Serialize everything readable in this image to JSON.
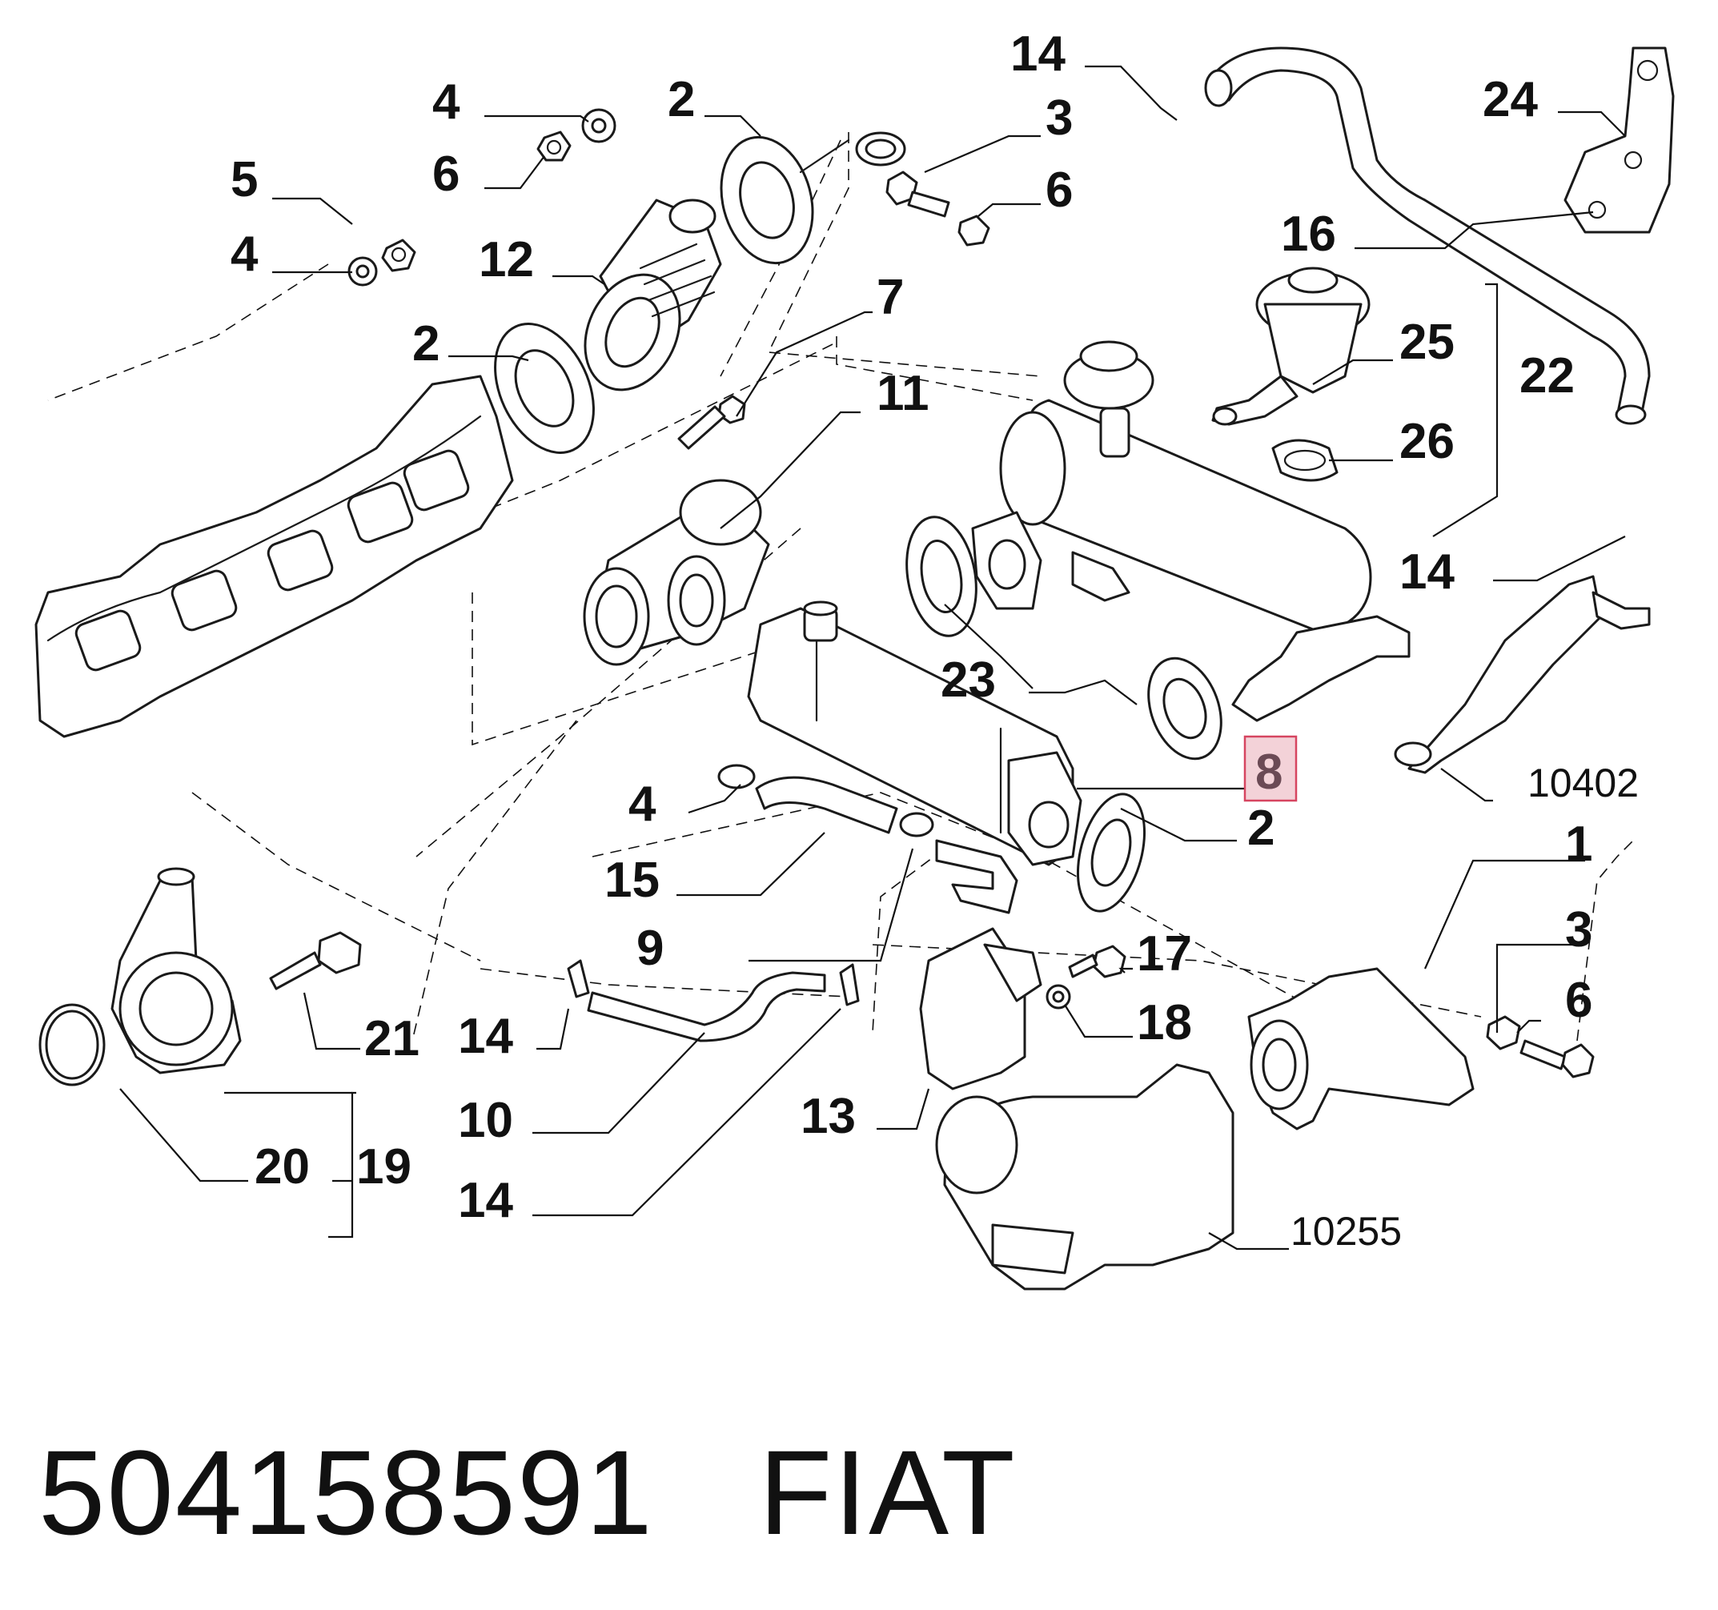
{
  "callouts": {
    "n14a": "14",
    "n3a": "3",
    "n6a": "6",
    "n24": "24",
    "n4a": "4",
    "n2a": "2",
    "n6b": "6",
    "n5": "5",
    "n4b": "4",
    "n12": "12",
    "n2b": "2",
    "n16": "16",
    "n7": "7",
    "n25": "25",
    "n22": "22",
    "n11": "11",
    "n26": "26",
    "n14b": "14",
    "n23": "23",
    "n8": "8",
    "r10402": "10402",
    "n4c": "4",
    "n2c": "2",
    "n15": "15",
    "n1": "1",
    "n9": "9",
    "n3b": "3",
    "n17": "17",
    "n6c": "6",
    "n18": "18",
    "n14c": "14",
    "n21": "21",
    "n10": "10",
    "n13": "13",
    "n20": "20",
    "n19": "19",
    "n14d": "14",
    "r10255": "10255"
  },
  "highlighted_callout": "8",
  "highlight_color": "#d64560",
  "caption": {
    "part_number": "504158591",
    "brand": "FIAT"
  }
}
